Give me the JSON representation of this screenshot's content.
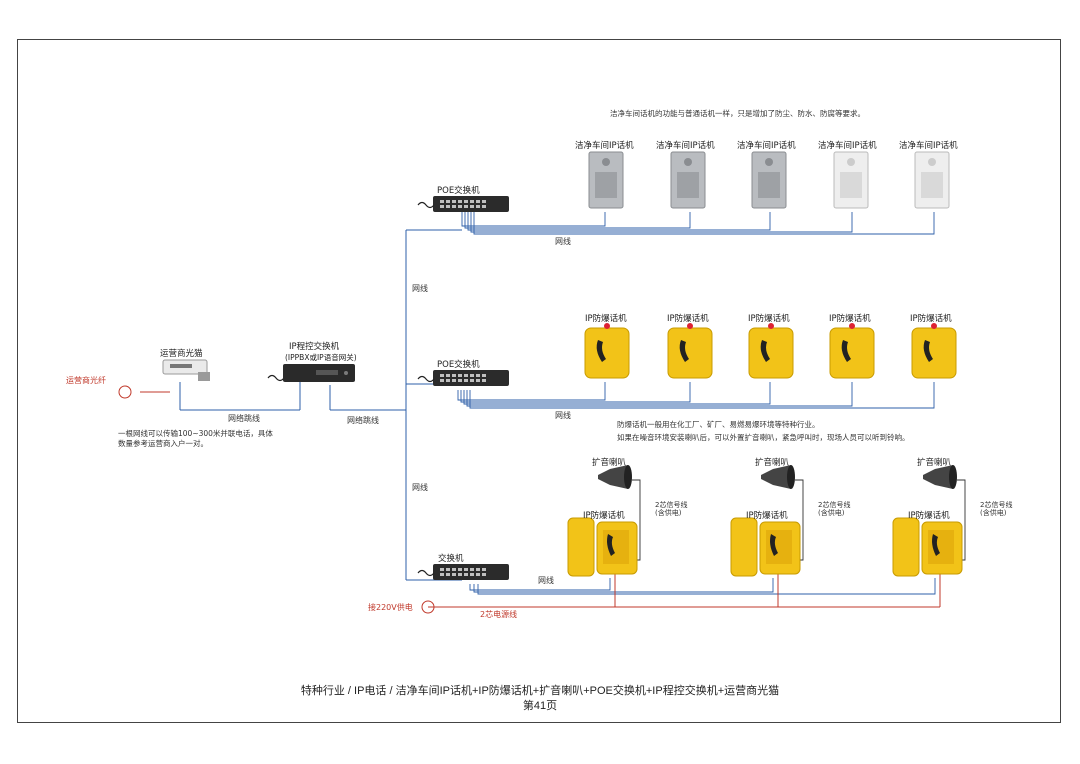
{
  "top_note": "洁净车间话机的功能与普通话机一样，只是增加了防尘、防水、防腐等要求。",
  "sections": {
    "top": {
      "switch_label": "POE交换机",
      "phones_label": [
        "洁净车间IP话机",
        "洁净车间IP话机",
        "洁净车间IP话机",
        "洁净车间IP话机",
        "洁净车间IP话机"
      ],
      "cable_label": "网线"
    },
    "middle": {
      "switch_label": "POE交换机",
      "phones_label": [
        "IP防爆话机",
        "IP防爆话机",
        "IP防爆话机",
        "IP防爆话机",
        "IP防爆话机"
      ],
      "cable_label": "网线",
      "note_line1": "防爆话机一般用在化工厂、矿厂、易燃易爆环境等特种行业。",
      "note_line2": "如果在噪音环境安装喇叭后，可以外置扩音喇叭，紧急呼叫时，现场人员可以听到铃响。"
    },
    "bottom": {
      "switch_label": "交换机",
      "speaker_labels": [
        "扩音喇叭",
        "扩音喇叭",
        "扩音喇叭"
      ],
      "phone_labels": [
        "IP防爆话机",
        "IP防爆话机",
        "IP防爆话机"
      ],
      "speaker_cable_label": "2芯信号线\n(含供电)",
      "cable_label": "网线",
      "power_label": "接220V供电",
      "power_cable_label": "2芯电源线"
    }
  },
  "left": {
    "modem_label": "运营商光猫",
    "fiber_label": "运营商光纤",
    "pbx_label": "IP程控交换机",
    "pbx_sublabel": "(IPPBX或IP语音网关)",
    "uplink_label": "网络跳线",
    "uplink_note": "一根网线可以传输100~300米并联电话，具体数量参考运营商入户一对。",
    "trunk_label": "网络跳线",
    "vertical_cable_label": "网线"
  },
  "footer": {
    "breadcrumb": "特种行业  /  IP电话  /  洁净车间IP话机+IP防爆话机+扩音喇叭+POE交换机+IP程控交换机+运营商光猫",
    "page": "第41页"
  },
  "colors": {
    "cable_blue": "#2e5fa8",
    "power_red": "#c0392b",
    "phone_yellow": "#f2c318",
    "steel": "#b9bcc0"
  }
}
